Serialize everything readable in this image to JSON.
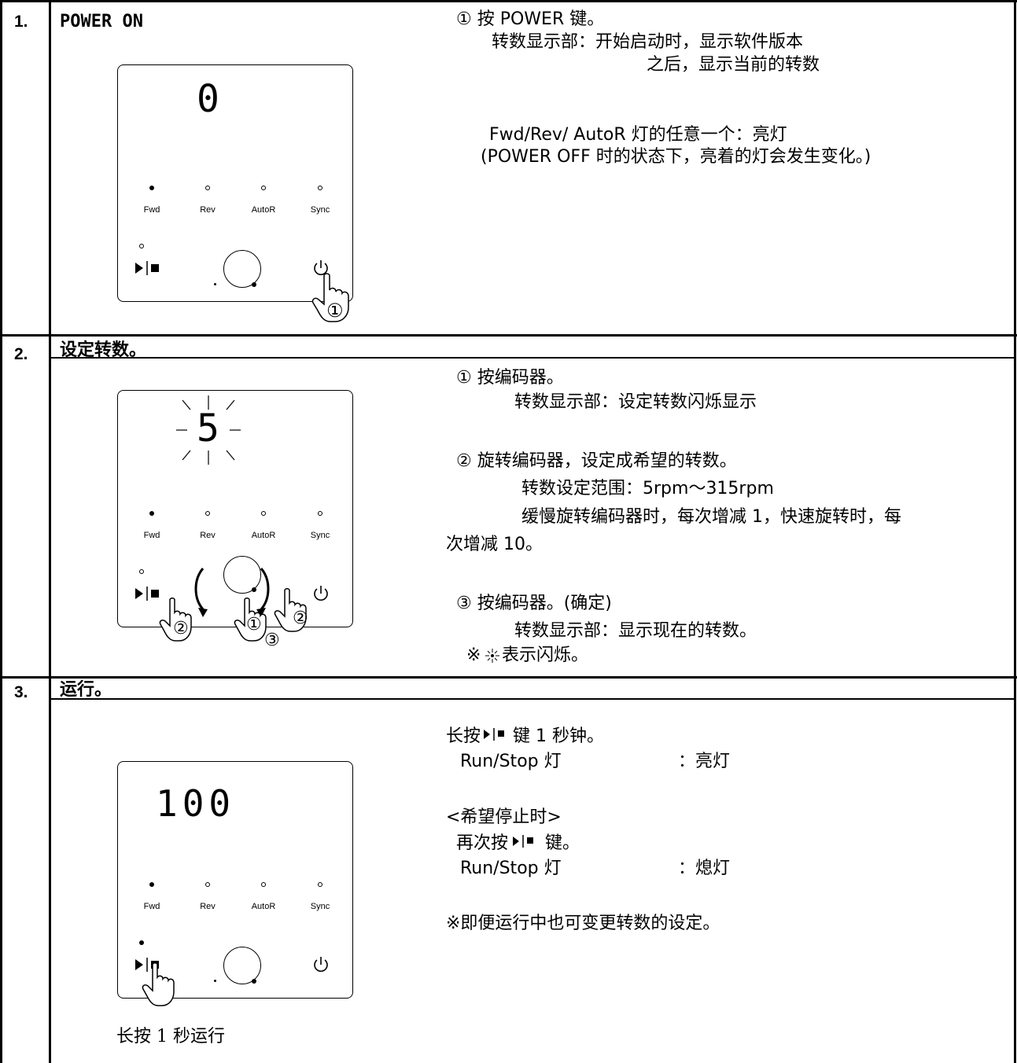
{
  "steps": [
    {
      "number": "1.",
      "title": "POWER ON",
      "display": "0",
      "leds": {
        "fwd": "on",
        "rev": "off",
        "autor": "off",
        "sync": "off",
        "run": "off"
      },
      "labels": {
        "fwd": "Fwd",
        "rev": "Rev",
        "autor": "AutoR",
        "sync": "Sync"
      },
      "marker": "①",
      "lines": [
        "① 按 POWER 键。",
        "转数显示部：开始启动时，显示软件版本",
        "之后，显示当前的转数",
        "Fwd/Rev/ AutoR 灯的任意一个：亮灯",
        "(POWER OFF 时的状态下，亮着的灯会发生变化。)"
      ]
    },
    {
      "number": "2.",
      "title": "设定转数。",
      "display": "5",
      "leds": {
        "fwd": "on",
        "rev": "off",
        "autor": "off",
        "sync": "off",
        "run": "off"
      },
      "labels": {
        "fwd": "Fwd",
        "rev": "Rev",
        "autor": "AutoR",
        "sync": "Sync"
      },
      "markers": [
        "②",
        "①",
        "③",
        "②"
      ],
      "lines": [
        "① 按编码器。",
        "转数显示部：设定转数闪烁显示",
        "② 旋转编码器，设定成希望的转数。",
        "转数设定范围：5rpm～315rpm",
        "缓慢旋转编码器时，每次增减 1，快速旋转时，每",
        "次增减 10。",
        "③ 按编码器。(确定)",
        "转数显示部：显示现在的转数。",
        "※",
        "表示闪烁。"
      ]
    },
    {
      "number": "3.",
      "title": "运行。",
      "display": "100",
      "leds": {
        "fwd": "on",
        "rev": "off",
        "autor": "off",
        "sync": "off",
        "run": "on"
      },
      "labels": {
        "fwd": "Fwd",
        "rev": "Rev",
        "autor": "AutoR",
        "sync": "Sync"
      },
      "caption": "长按 1 秒运行",
      "lines": [
        "长按",
        "键 1 秒钟。",
        "Run/Stop 灯",
        "：亮灯",
        "<希望停止时>",
        "再次按",
        "键。",
        "Run/Stop 灯",
        "：熄灯",
        "※即便运行中也可变更转数的设定。"
      ]
    }
  ]
}
